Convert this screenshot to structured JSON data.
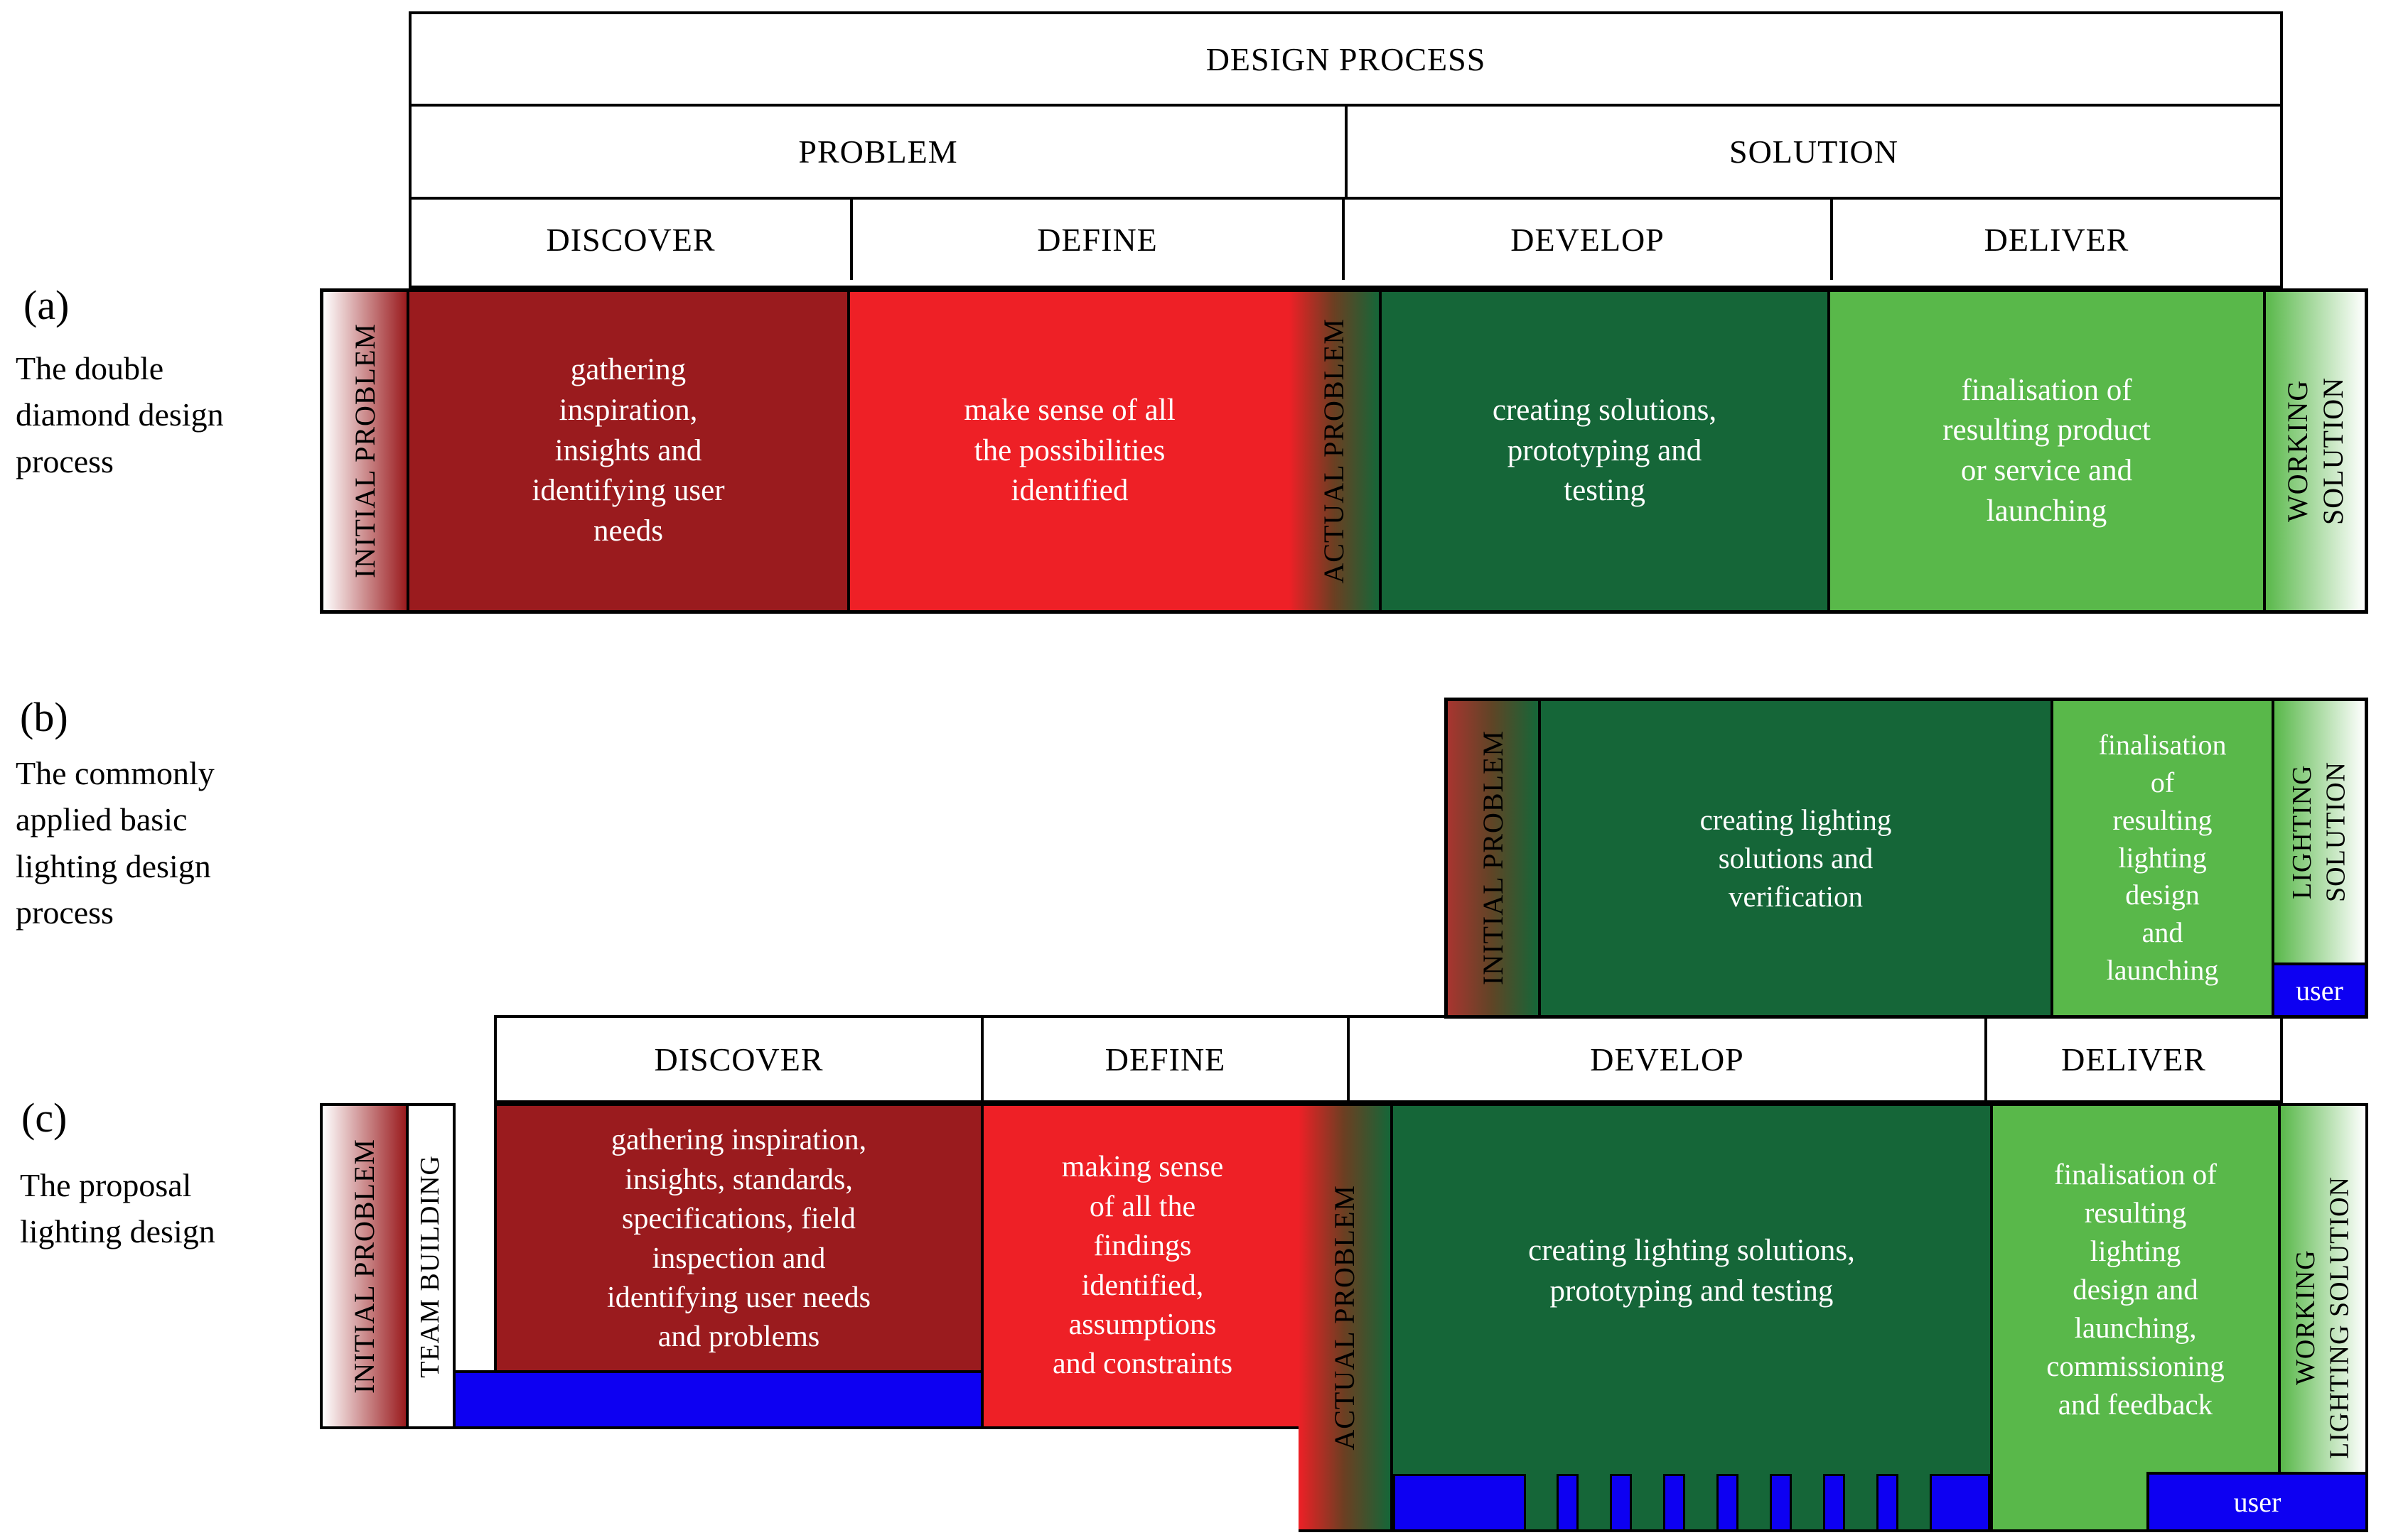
{
  "colors": {
    "dark_red": "#9a1b1e",
    "bright_red": "#ee2026",
    "dark_green": "#156638",
    "light_green": "#59b84a",
    "blue": "#0d00f2",
    "border_black": "#000000"
  },
  "header": {
    "title": "DESIGN PROCESS",
    "problem": "PROBLEM",
    "solution": "SOLUTION",
    "stages": [
      "DISCOVER",
      "DEFINE",
      "DEVELOP",
      "DELIVER"
    ]
  },
  "header_c": {
    "stages": [
      "DISCOVER",
      "DEFINE",
      "DEVELOP",
      "DELIVER"
    ]
  },
  "row_a": {
    "label": "(a)",
    "caption": "The double\ndiamond design\nprocess",
    "initial": "INITIAL PROBLEM",
    "discover": "gathering\ninspiration,\ninsights and\nidentifying user\nneeds",
    "define": "make sense of all\nthe possibilities\nidentified",
    "actual": "ACTUAL PROBLEM",
    "develop": "creating solutions,\nprototyping and\ntesting",
    "deliver": "finalisation of\nresulting product\nor service and\nlaunching",
    "working": "WORKING\nSOLUTION"
  },
  "row_b": {
    "label": "(b)",
    "caption": "The commonly\napplied basic\nlighting design\nprocess",
    "initial": "INITIAL PROBLEM",
    "develop": "creating lighting\nsolutions and\nverification",
    "deliver": "finalisation\nof\nresulting\nlighting\ndesign\nand\nlaunching",
    "solution": "LIGHTING\nSOLUTION",
    "user": "user"
  },
  "row_c": {
    "label": "(c)",
    "caption": "The proposal\nlighting design",
    "initial": "INITIAL PROBLEM",
    "team": "TEAM BUILDING",
    "discover": "gathering inspiration,\ninsights, standards,\nspecifications, field\ninspection and\nidentifying user needs\nand problems",
    "define": "making sense\nof all the\nfindings\nidentified,\nassumptions\nand constraints",
    "actual": "ACTUAL PROBLEM",
    "develop": "creating lighting solutions,\nprototyping and testing",
    "deliver": "finalisation of\nresulting\nlighting\ndesign and\nlaunching,\ncommissioning\nand feedback",
    "working": "WORKING\nLIGHTING SOLUTION",
    "user": "user"
  }
}
